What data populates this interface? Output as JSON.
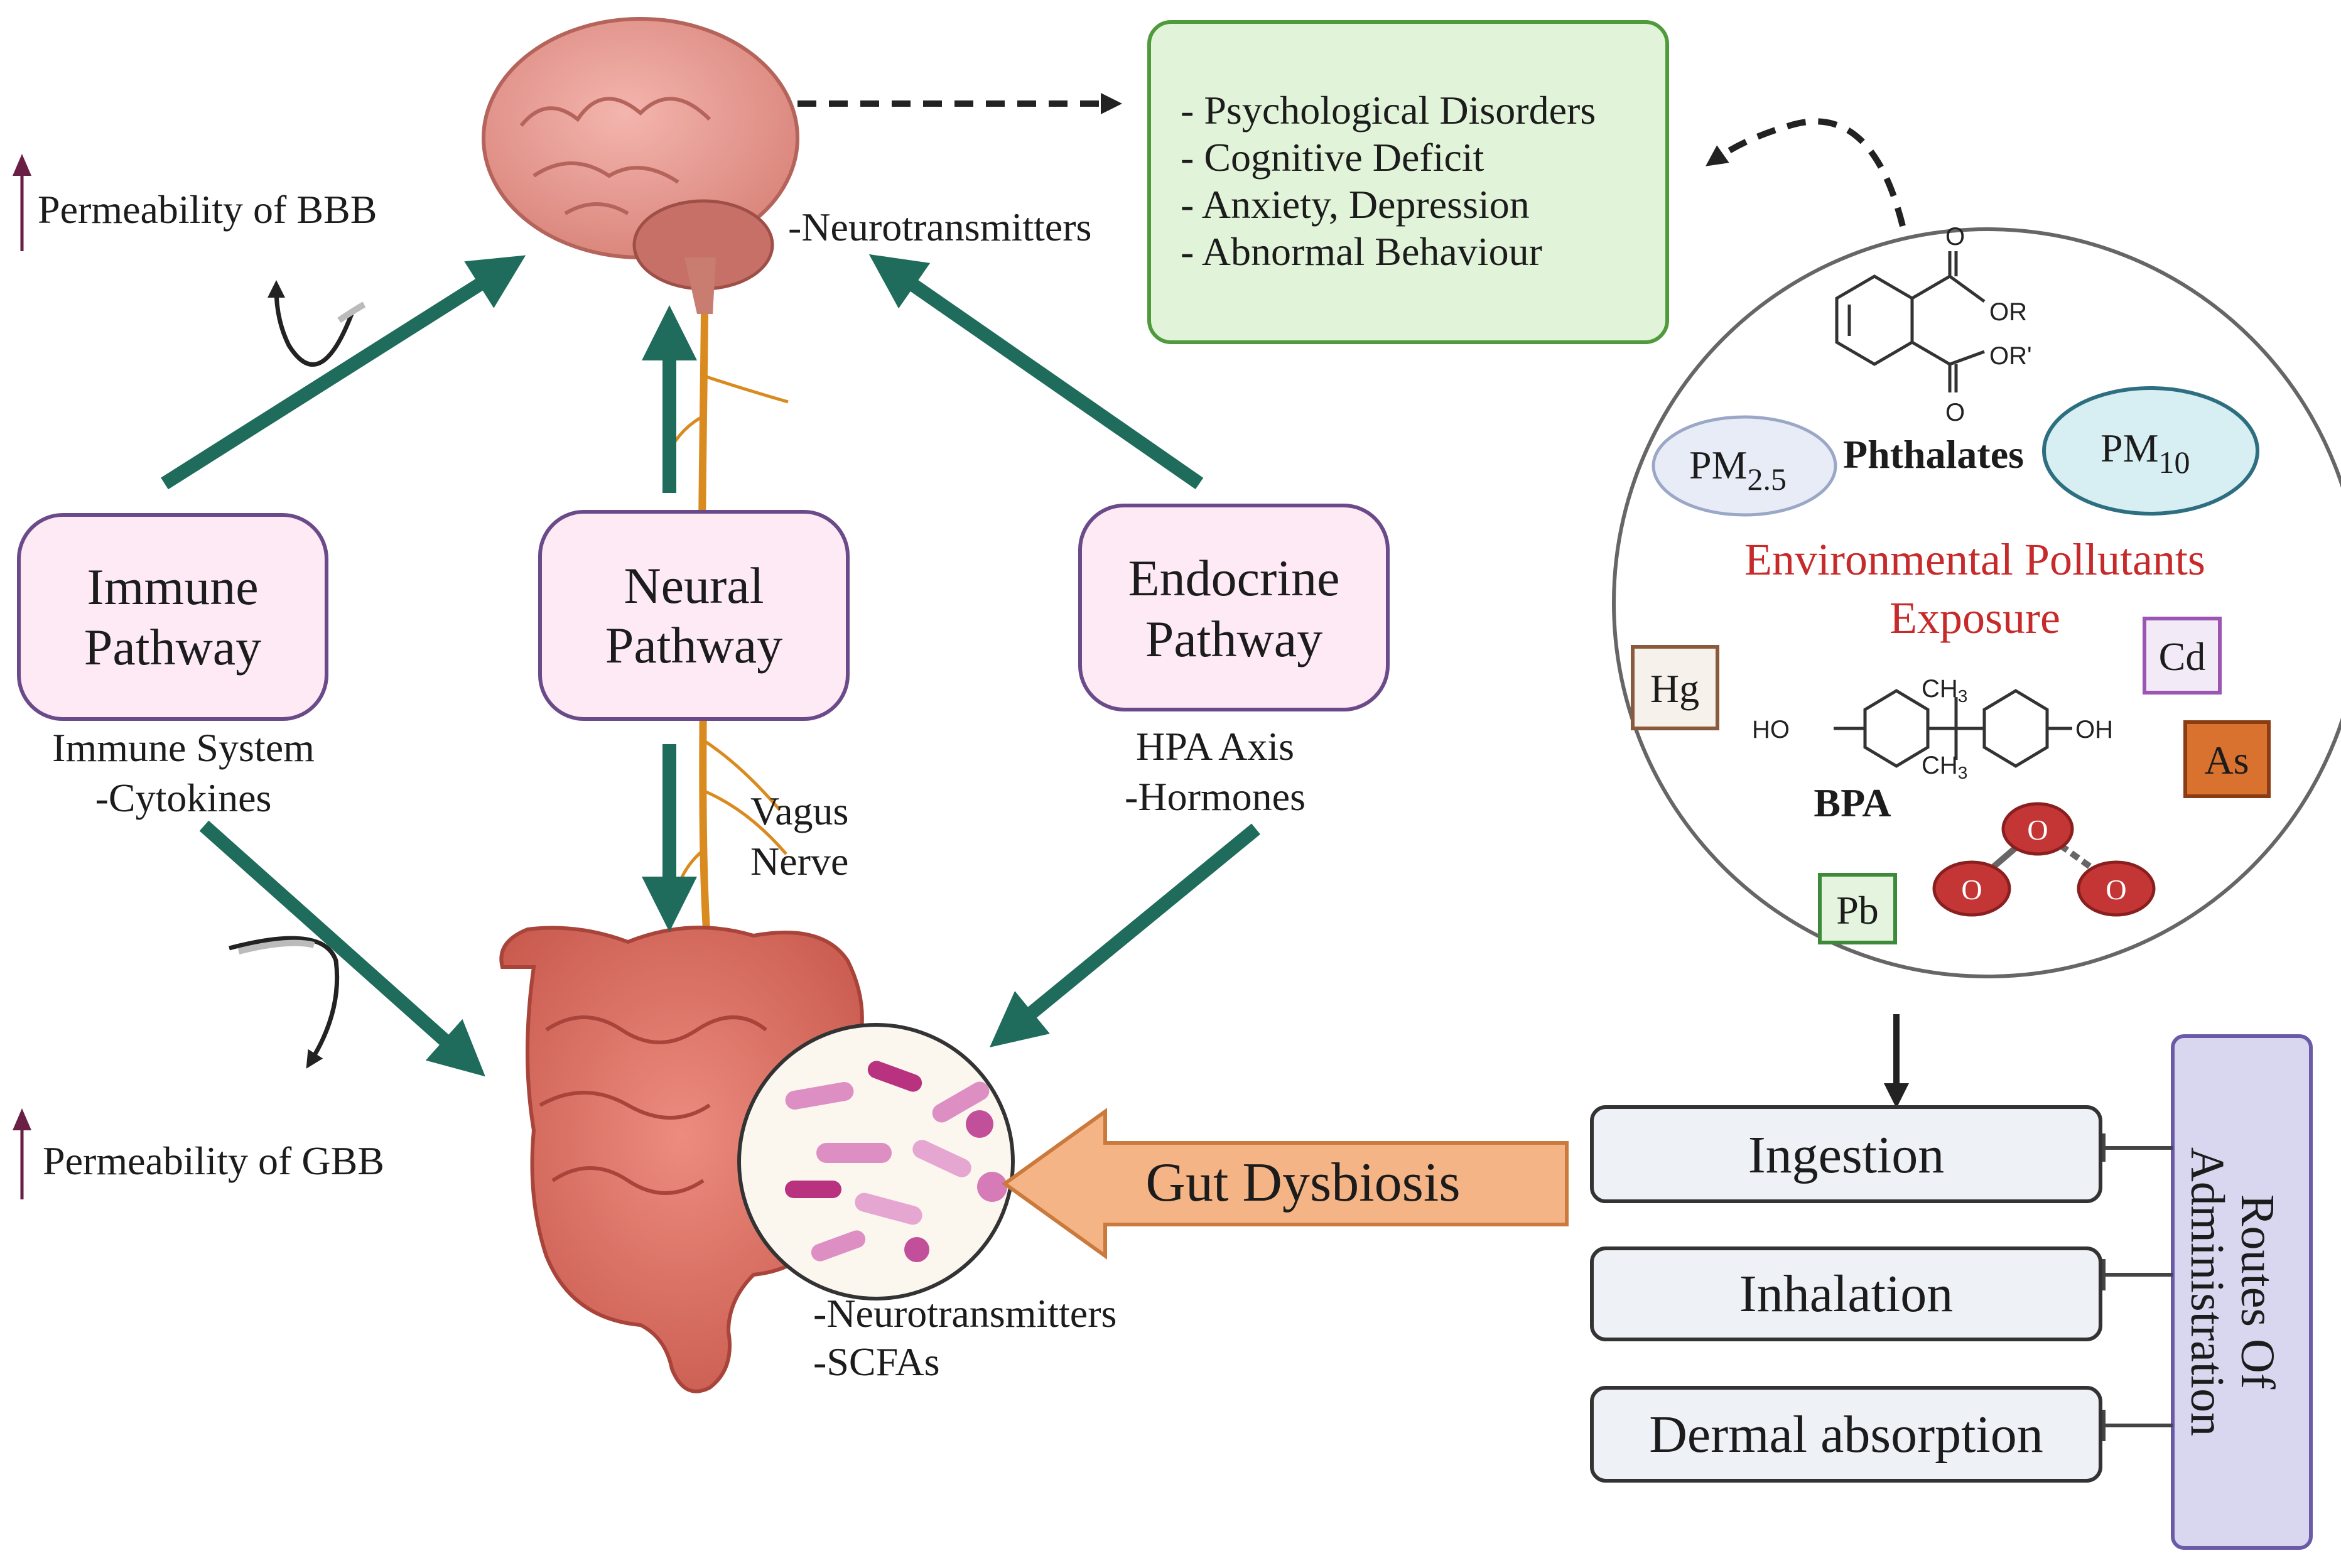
{
  "pathways": {
    "immune": {
      "line1": "Immune",
      "line2": "Pathway",
      "sub1": "Immune System",
      "sub2": "-Cytokines"
    },
    "neural": {
      "line1": "Neural",
      "line2": "Pathway",
      "vagus1": "Vagus",
      "vagus2": "Nerve"
    },
    "endocrine": {
      "line1": "Endocrine",
      "line2": "Pathway",
      "sub1": "HPA Axis",
      "sub2": "-Hormones"
    }
  },
  "brain": {
    "neurotransmitters": "-Neurotransmitters"
  },
  "permeability": {
    "bbb": "Permeability of BBB",
    "gbb": "Permeability of GBB"
  },
  "gut": {
    "dysbiosis": "Gut Dysbiosis",
    "neurotransmitters": "-Neurotransmitters",
    "scfas": "-SCFAs"
  },
  "disorders": [
    "- Psychological Disorders",
    "- Cognitive Deficit",
    "- Anxiety, Depression",
    "- Abnormal Behaviour"
  ],
  "pollutants": {
    "title1": "Environmental Pollutants",
    "title2": "Exposure",
    "phthalates": "Phthalates",
    "pm25_base": "PM",
    "pm25_sub": "2.5",
    "pm10_base": "PM",
    "pm10_sub": "10",
    "hg": "Hg",
    "cd": "Cd",
    "as": "As",
    "pb": "Pb",
    "bpa": "BPA",
    "chem_or": "OR",
    "chem_or2": "OR'",
    "chem_o": "O",
    "chem_ho": "HO",
    "chem_oh": "OH",
    "chem_ch3": "CH",
    "chem_3": "3",
    "ozone_o": "O"
  },
  "routes": {
    "title1": "Routes Of",
    "title2": "Administration",
    "items": [
      "Ingestion",
      "Inhalation",
      "Dermal absorption"
    ]
  },
  "colors": {
    "teal_arrow": "#1f6b5c",
    "pathway_fill": "#fdeaf4",
    "pathway_stroke": "#6b4a8a",
    "disorders_fill": "#e1f3d9",
    "disorders_stroke": "#4f9a3c",
    "pollutant_title": "#c62a2a",
    "dysbiosis_fill": "#f5b486",
    "routes_fill": "#d9d6ef",
    "route_item_fill": "#eef2f7",
    "up_arrow": "#6a1f45"
  }
}
